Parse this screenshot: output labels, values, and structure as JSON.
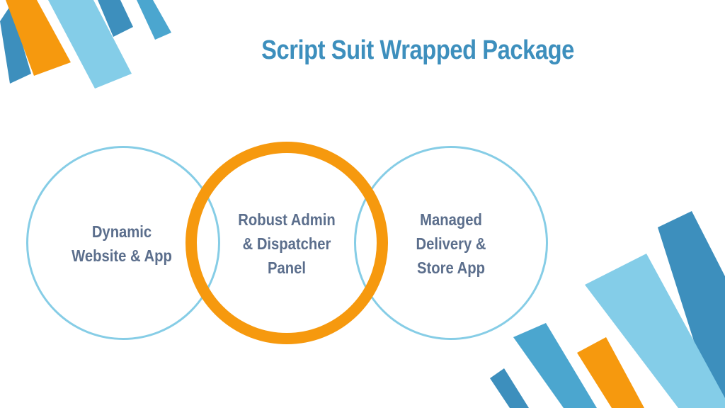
{
  "slide": {
    "title": "Script Suit Wrapped Package",
    "circles": [
      {
        "lines": [
          "Dynamic",
          "Website & App"
        ]
      },
      {
        "lines": [
          "Robust Admin",
          "& Dispatcher",
          "Panel"
        ]
      },
      {
        "lines": [
          "Managed",
          "Delivery &",
          "Store App"
        ]
      }
    ]
  },
  "colors": {
    "title": "#3d8fbd",
    "label": "#5b6e8c",
    "ring_blue": "#86cde6",
    "ring_orange": "#f6990e",
    "stripe_light_blue": "#84cde8",
    "stripe_blue": "#4ba6cf",
    "stripe_dark_blue": "#3d8fbd",
    "stripe_orange": "#f6990e"
  }
}
